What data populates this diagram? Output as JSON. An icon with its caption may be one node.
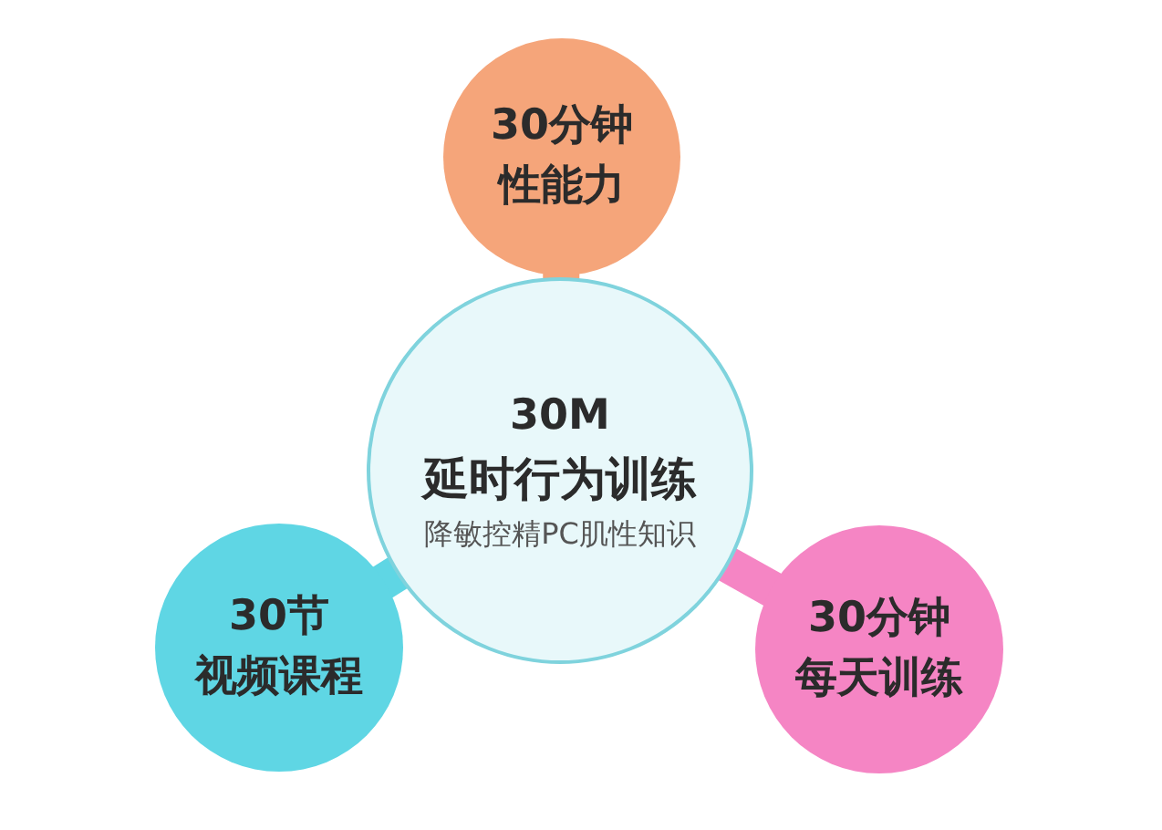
{
  "diagram": {
    "nodes": [
      {
        "text": [
          "30分钟",
          "性能力"
        ]
      },
      {
        "text": [
          "30M",
          "延时行为训练",
          "降敏控精PC肌性知识"
        ]
      },
      {
        "text": [
          "30节",
          "视频课程"
        ]
      },
      {
        "text": [
          "30分钟",
          "每天训练"
        ]
      }
    ],
    "edges": [
      {
        "from": 1,
        "to": 0,
        "arrow": "none",
        "color": "#f5a57a"
      },
      {
        "from": 1,
        "to": 2,
        "arrow": "none",
        "color": "#5fd6e4"
      },
      {
        "from": 1,
        "to": 3,
        "arrow": "none",
        "color": "#f585c4"
      }
    ]
  }
}
